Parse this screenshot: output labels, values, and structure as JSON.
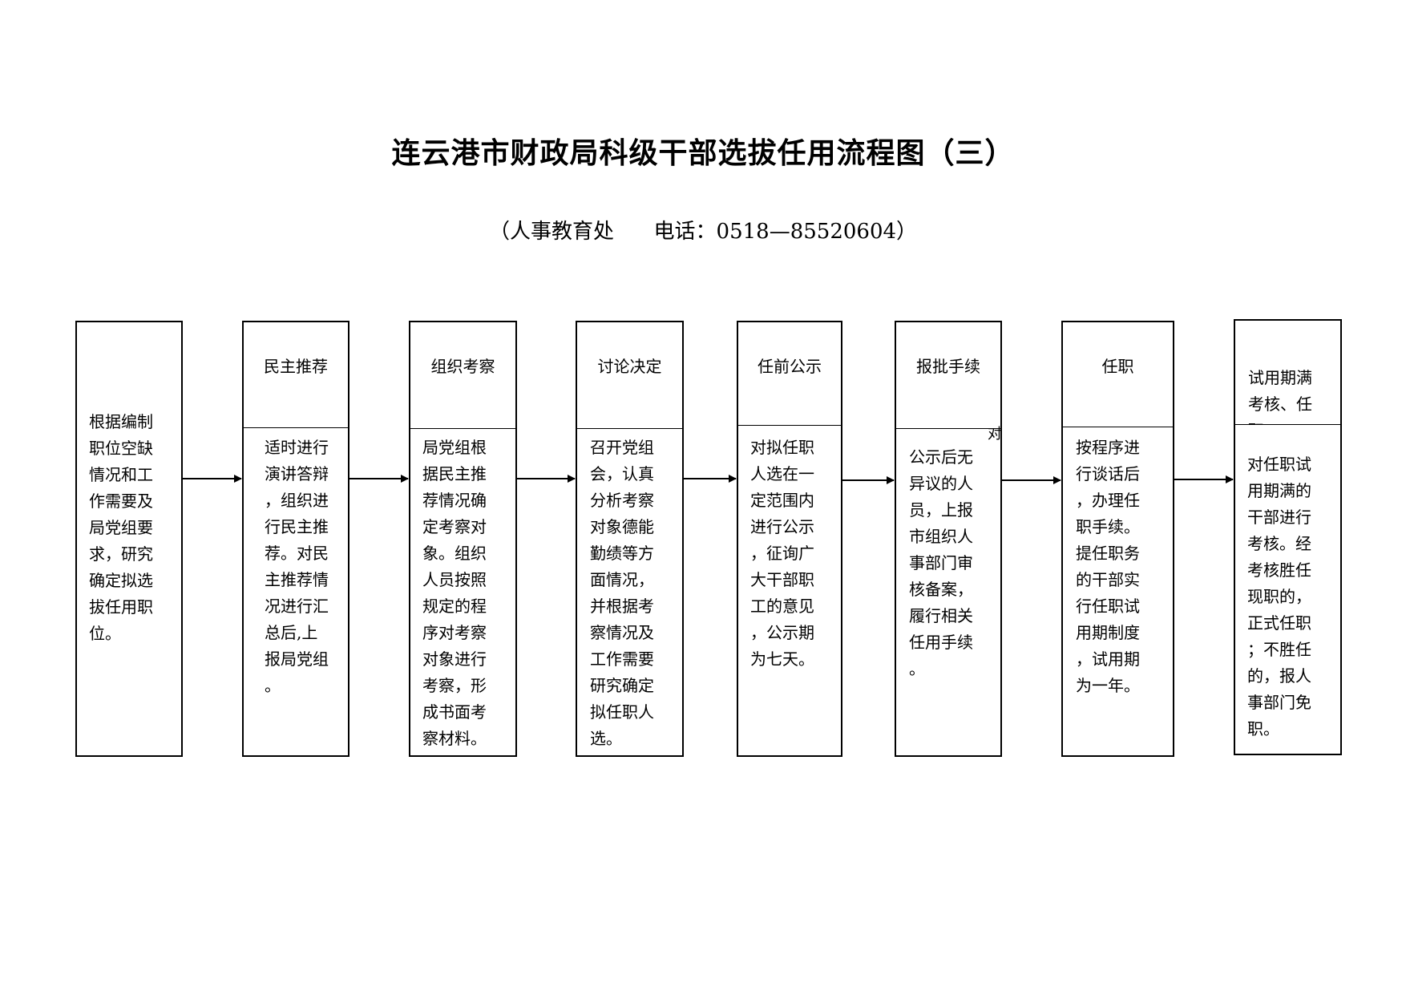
{
  "title": "连云港市财政局科级干部选拔任用流程图（三）",
  "subtitle": "（人事教育处      电话：0518—85520604）",
  "steps": [
    {
      "label": "",
      "text": "根据编制\n职位空缺\n情况和工\n作需要及\n局党组要\n求，研究\n确定拟选\n拔任用职\n位。"
    },
    {
      "label": "民主推荐",
      "text": "适时进行\n演讲答辩\n，组织进\n行民主推\n荐。对民\n主推荐情\n况进行汇\n总后,上\n报局党组\n。"
    },
    {
      "label": "组织考察",
      "text": "局党组根\n据民主推\n荐情况确\n定考察对\n象。组织\n人员按照\n规定的程\n序对考察\n对象进行\n考察，形\n成书面考\n察材料。"
    },
    {
      "label": "讨论决定",
      "text": "召开党组\n会，认真\n分析考察\n对象德能\n勤绩等方\n面情况，\n并根据考\n察情况及\n工作需要\n研究确定\n拟任职人\n选。"
    },
    {
      "label": "任前公示",
      "text": "对拟任职\n人选在一\n定范围内\n进行公示\n，征询广\n大干部职\n工的意见\n，公示期\n为七天。"
    },
    {
      "label": "报批手续",
      "text": "公示后无\n异议的人\n员，上报\n市组织人\n事部门审\n核备案，\n履行相关\n任用手续\n。"
    },
    {
      "label": "任职",
      "text": "按程序进\n行谈话后\n，办理任\n职手续。\n提任职务\n的干部实\n行任职试\n用期制度\n，试用期\n为一年。"
    },
    {
      "label": "试用期满\n考核、任\n职",
      "text": "对任职试\n用期满的\n干部进行\n考核。经\n考核胜任\n现职的，\n正式任职\n；不胜任\n的，报人\n事部门免\n职。"
    }
  ],
  "stray_char": "对"
}
